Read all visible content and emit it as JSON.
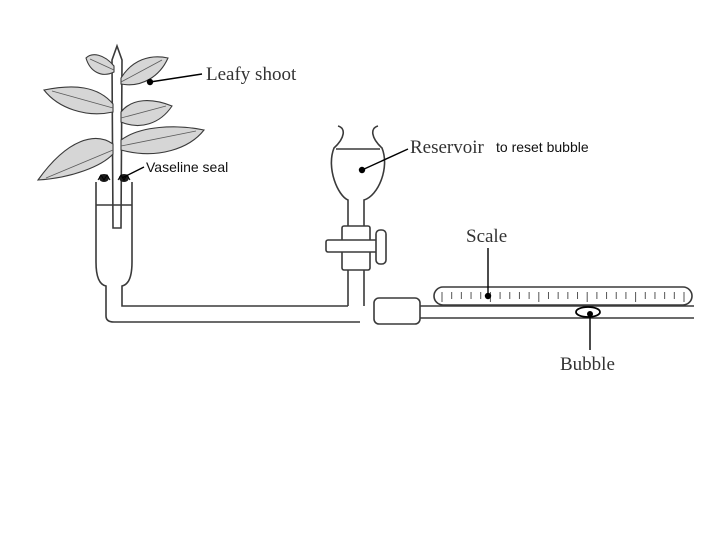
{
  "labels": {
    "leafy_shoot": "Leafy shoot",
    "reservoir": "Reservoir",
    "reservoir_note": "to reset bubble",
    "vaseline_seal": "Vaseline seal",
    "scale": "Scale",
    "bubble": "Bubble"
  },
  "scale": {
    "tick_count": 26
  }
}
